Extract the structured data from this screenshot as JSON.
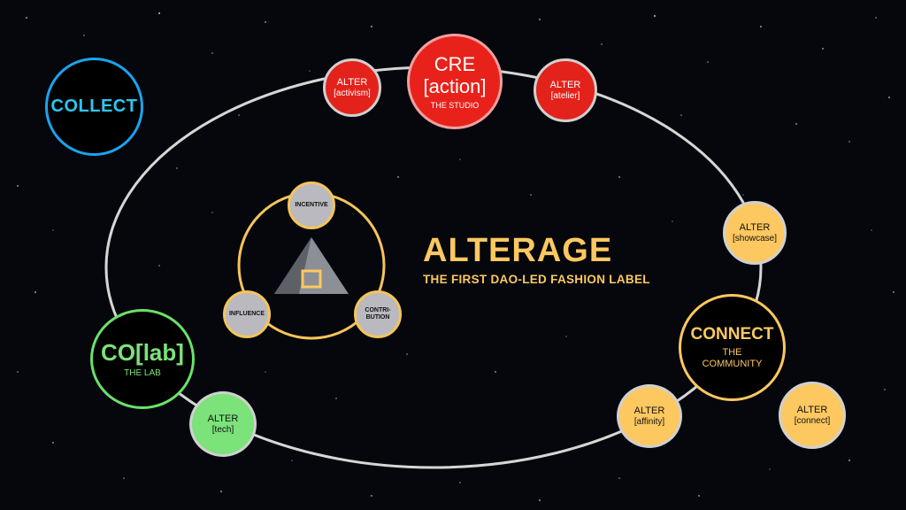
{
  "collect": {
    "label": "COLLECT"
  },
  "creaction": {
    "title_top": "CRE",
    "title_bottom": "[action]",
    "subtitle": "THE STUDIO"
  },
  "colab": {
    "title": "CO[lab]",
    "subtitle": "THE LAB"
  },
  "connect": {
    "title": "CONNECT",
    "subtitle_1": "THE",
    "subtitle_2": "COMMUNITY"
  },
  "alters": {
    "activism": {
      "line1": "ALTER",
      "line2": "[activism]"
    },
    "atelier": {
      "line1": "ALTER",
      "line2": "[atelier]"
    },
    "showcase": {
      "line1": "ALTER",
      "line2": "[showcase]"
    },
    "affinity": {
      "line1": "ALTER",
      "line2": "[affinity]"
    },
    "connect": {
      "line1": "ALTER",
      "line2": "[connect]"
    },
    "tech": {
      "line1": "ALTER",
      "line2": "[tech]"
    }
  },
  "triad": {
    "incentive": "INCENTIVE",
    "influence": "INFLUENCE",
    "contribution_1": "CONTRI-",
    "contribution_2": "BUTION"
  },
  "brand": {
    "name": "ALTERAGE",
    "tagline": "THE FIRST DAO-LED FASHION LABEL"
  },
  "colors": {
    "background": "#05070c",
    "blue": "#1aa4f0",
    "red": "#e3221b",
    "green": "#7ce27a",
    "orange": "#fdc860",
    "orbit": "#d6d6d6"
  }
}
